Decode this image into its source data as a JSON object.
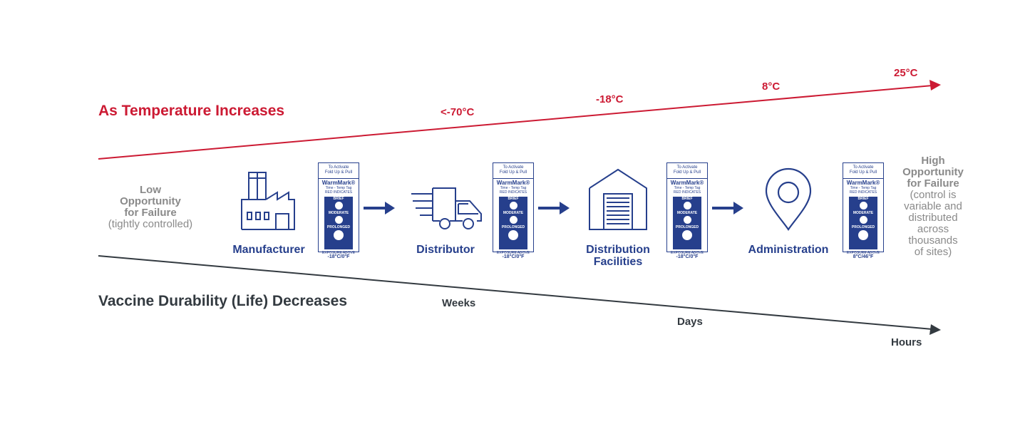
{
  "headline_temperature": "As Temperature Increases",
  "headline_durability": "Vaccine Durability (Life) Decreases",
  "temperatures": [
    "<-70°C",
    "-18°C",
    "8°C",
    "25°C"
  ],
  "times": [
    "Weeks",
    "Days",
    "Hours"
  ],
  "low_opportunity": {
    "title_lines": [
      "Low",
      "Opportunity",
      "for Failure"
    ],
    "note": "(tightly controlled)"
  },
  "high_opportunity": {
    "title_lines": [
      "High",
      "Opportunity",
      "for Failure"
    ],
    "note_lines": [
      "(control is",
      "variable and",
      "distributed",
      "across",
      "thousands",
      "of sites)"
    ]
  },
  "stages": [
    {
      "label_lines": [
        "Manufacturer"
      ],
      "icon": "factory-icon"
    },
    {
      "label_lines": [
        "Distributor"
      ],
      "icon": "truck-icon"
    },
    {
      "label_lines": [
        "Distribution",
        "Facilities"
      ],
      "icon": "warehouse-icon"
    },
    {
      "label_lines": [
        "Administration"
      ],
      "icon": "location-pin-icon"
    }
  ],
  "tag": {
    "activate_lines": [
      "To Activate",
      "Fold Up & Pull"
    ],
    "brand": "WarmMark®",
    "subtitle": "Time - Temp Tag",
    "red_indicates": "RED INDICATES",
    "brief": "BRIEF",
    "moderate": "MODERATE",
    "prolonged": "PROLONGED",
    "exposure_above": "EXPOSURE ABOVE",
    "thresholds": [
      "-18°C/0°F",
      "-18°C/0°F",
      "-18°C/0°F",
      "8°C/46°F"
    ]
  },
  "colors": {
    "red": "#cc1a33",
    "navy": "#263f8c",
    "grey": "#8a8a8a",
    "dark": "#333a40"
  }
}
